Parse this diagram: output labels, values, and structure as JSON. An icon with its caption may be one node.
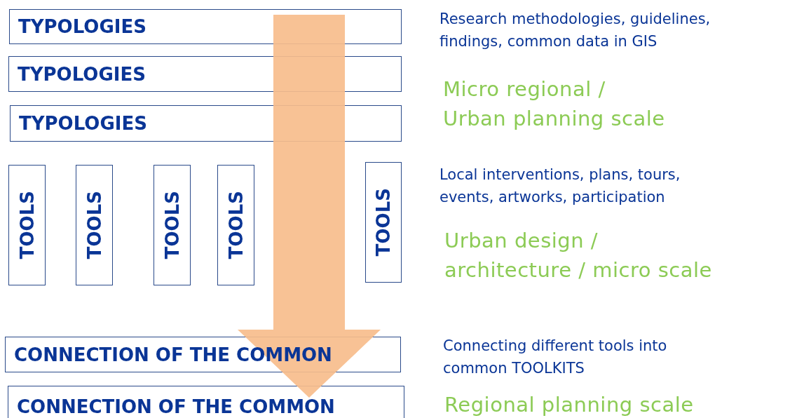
{
  "diagram": {
    "nodes": [
      {
        "text": [
          "TYPOLOGIES"
        ]
      },
      {
        "text": [
          "TYPOLOGIES"
        ]
      },
      {
        "text": [
          "TYPOLOGIES"
        ]
      },
      {
        "text": [
          "TOOLS"
        ]
      },
      {
        "text": [
          "TOOLS"
        ]
      },
      {
        "text": [
          "TOOLS"
        ]
      },
      {
        "text": [
          "TOOLS"
        ]
      },
      {
        "text": [
          "TOOLS"
        ]
      },
      {
        "text": [
          "CONNECTION OF THE COMMON"
        ]
      },
      {
        "text": [
          "CONNECTION OF THE COMMON"
        ]
      }
    ],
    "edges": [
      {
        "from": 0,
        "to": 9,
        "arrow": "to",
        "style": "thick",
        "color": "#f7bd8c"
      }
    ],
    "labels": [
      "Research methodologies, guidelines, findings, common data in GIS",
      "Micro regional / Urban planning scale",
      "Local interventions, plans, tours, events, artworks, participation",
      "Urban design / architecture / micro scale",
      "Connecting different tools into common TOOLKITS",
      "Regional planning scale"
    ]
  }
}
